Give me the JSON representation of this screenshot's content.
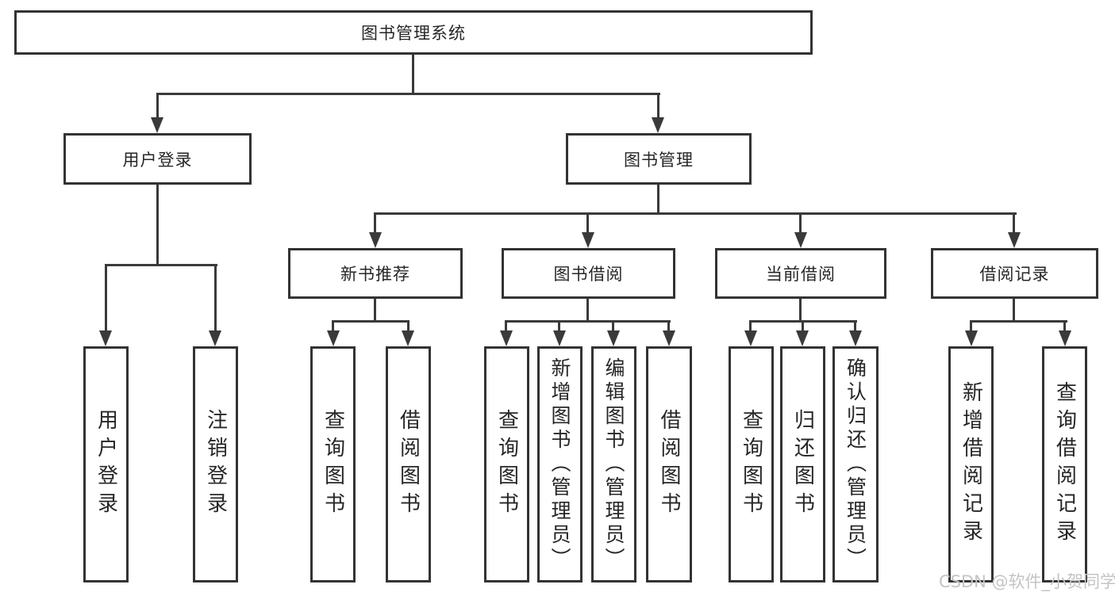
{
  "colors": {
    "line": "#3a3a3a",
    "border": "#333333",
    "text": "#262626",
    "background": "#ffffff",
    "watermark": "#c4c4c4"
  },
  "tree": {
    "label": "图书管理系统",
    "children": [
      {
        "label": "用户登录",
        "children": [
          {
            "label": "用户登录"
          },
          {
            "label": "注销登录"
          }
        ]
      },
      {
        "label": "图书管理",
        "children": [
          {
            "label": "新书推荐",
            "children": [
              {
                "label": "查询图书"
              },
              {
                "label": "借阅图书"
              }
            ]
          },
          {
            "label": "图书借阅",
            "children": [
              {
                "label": "查询图书"
              },
              {
                "label": "新增图书（管理员）"
              },
              {
                "label": "编辑图书（管理员）"
              },
              {
                "label": "借阅图书"
              }
            ]
          },
          {
            "label": "当前借阅",
            "children": [
              {
                "label": "查询图书"
              },
              {
                "label": "归还图书"
              },
              {
                "label": "确认归还（管理员）"
              }
            ]
          },
          {
            "label": "借阅记录",
            "children": [
              {
                "label": "新增借阅记录"
              },
              {
                "label": "查询借阅记录"
              }
            ]
          }
        ]
      }
    ]
  },
  "watermark": {
    "text": "CSDN @软件_小贺同学"
  }
}
